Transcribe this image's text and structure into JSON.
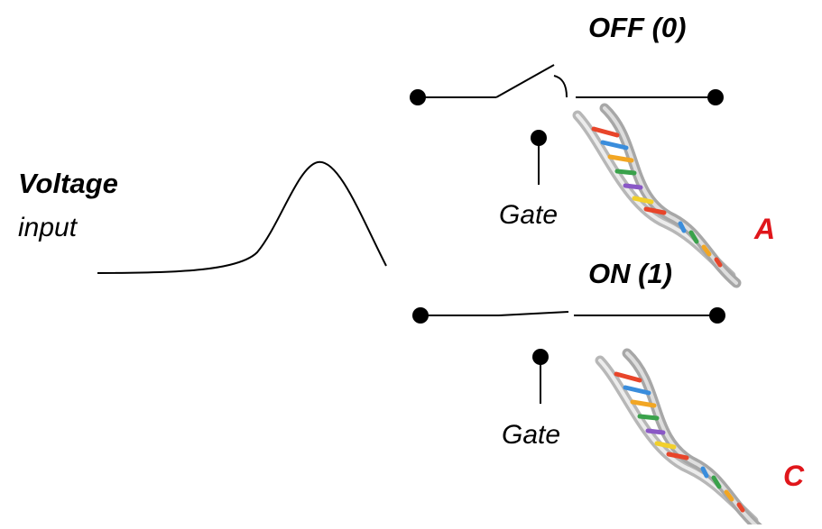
{
  "labels": {
    "voltage_title": "Voltage",
    "voltage_sub": "input",
    "off_state": "OFF (0)",
    "on_state": "ON (1)",
    "gate_top": "Gate",
    "gate_bottom": "Gate",
    "base_a": "A",
    "base_c": "C"
  },
  "colors": {
    "wire": "#000000",
    "base_label": "#e0161b",
    "helix_backbone": "#b9b9b9",
    "rung_colors": [
      "#e8452a",
      "#f2a623",
      "#3a8ddc",
      "#3aa24b",
      "#8a58c6",
      "#f2d02b"
    ]
  },
  "icons": {
    "dna_top": "dna-helix-icon",
    "dna_bottom": "dna-helix-icon"
  }
}
